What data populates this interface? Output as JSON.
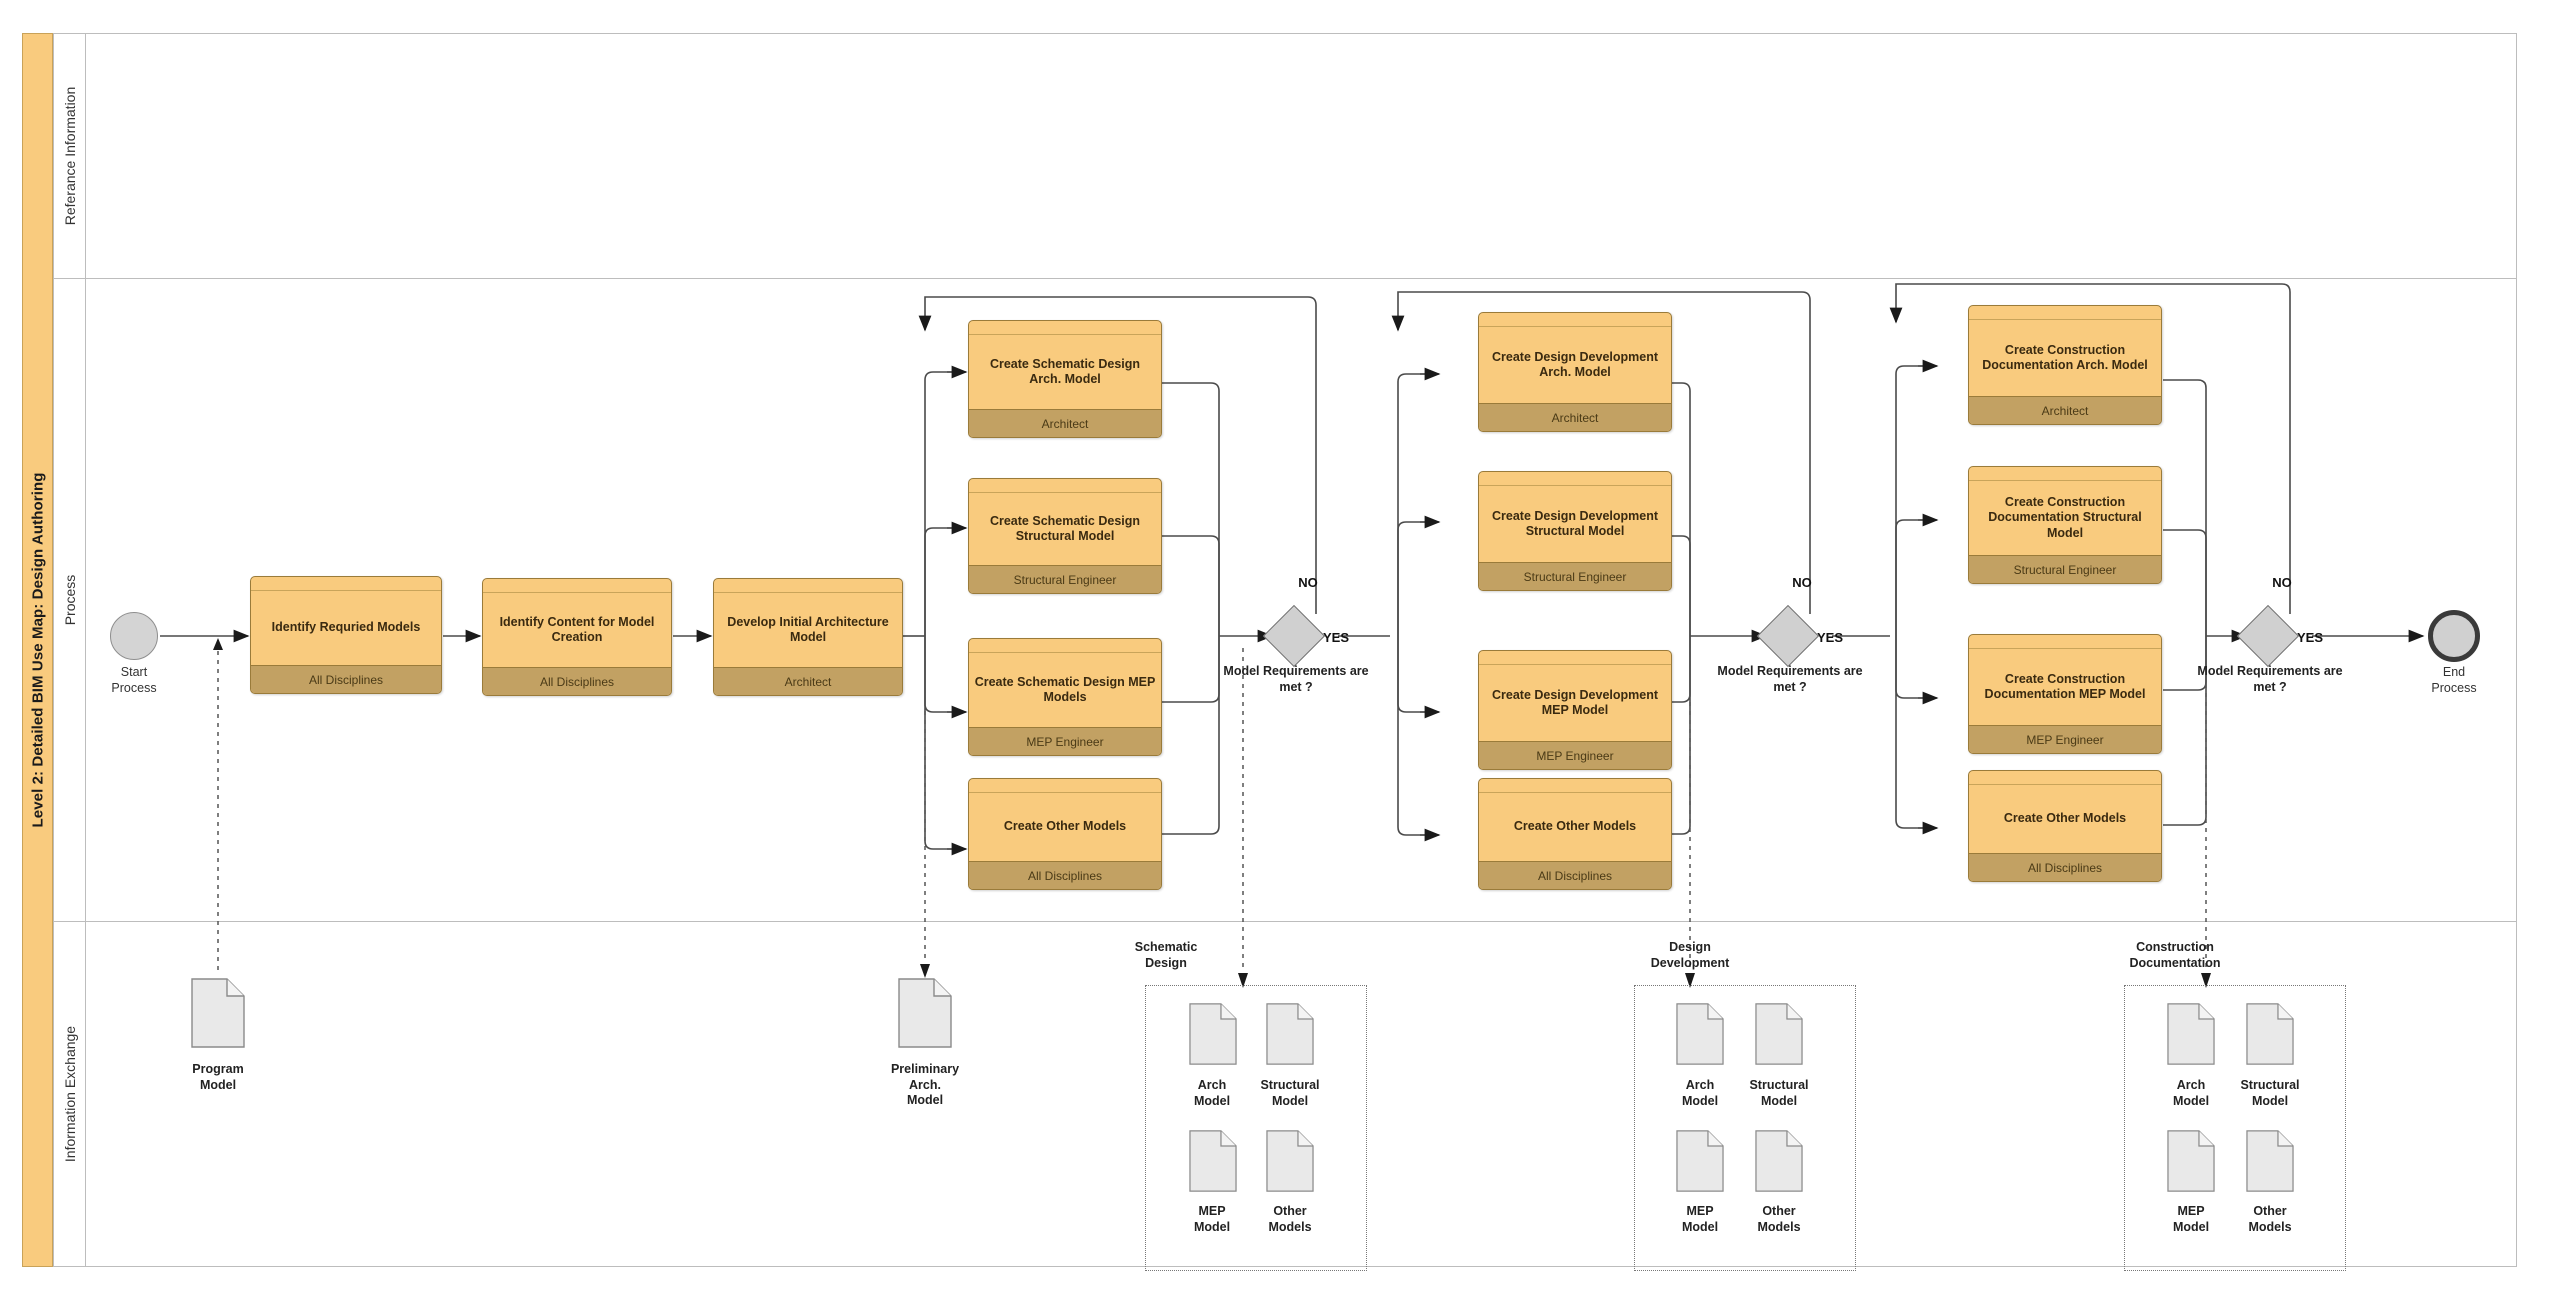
{
  "pool": {
    "title": "Level 2: Detailed BIM Use Map: Design Authoring",
    "lanes": [
      {
        "id": "reference",
        "label": "Referance Information"
      },
      {
        "id": "process",
        "label": "Process"
      },
      {
        "id": "exchange",
        "label": "Information Exchange"
      }
    ]
  },
  "events": {
    "start": {
      "label": "Start\nProcess",
      "line1": "Start",
      "line2": "Process",
      "type": "start-event"
    },
    "end": {
      "label": "End\nProcess",
      "line1": "End",
      "line2": "Process",
      "type": "end-event"
    }
  },
  "tasks": {
    "identify_required": {
      "title": "Identify  Requried Models",
      "role": "All Disciplines"
    },
    "identify_content": {
      "title": "Identify Content for Model Creation",
      "role": "All Disciplines"
    },
    "develop_initial": {
      "title": "Develop Initial Architecture Model",
      "role": "Architect"
    },
    "sd_arch": {
      "title": "Create Schematic Design Arch. Model",
      "role": "Architect"
    },
    "sd_struct": {
      "title": "Create Schematic Design Structural Model",
      "role": "Structural Engineer"
    },
    "sd_mep": {
      "title": "Create Schematic Design MEP Models",
      "role": "MEP Engineer"
    },
    "sd_other": {
      "title": "Create Other Models",
      "role": "All Disciplines"
    },
    "dd_arch": {
      "title": "Create Design Development Arch. Model",
      "role": "Architect"
    },
    "dd_struct": {
      "title": "Create Design Development Structural Model",
      "role": "Structural Engineer"
    },
    "dd_mep": {
      "title": "Create Design Development MEP Model",
      "role": "MEP Engineer"
    },
    "dd_other": {
      "title": "Create Other Models",
      "role": "All Disciplines"
    },
    "cd_arch": {
      "title": "Create Construction Documentation Arch. Model",
      "role": "Architect"
    },
    "cd_struct": {
      "title": "Create Construction Documentation Structural Model",
      "role": "Structural Engineer"
    },
    "cd_mep": {
      "title": "Create Construction Documentation MEP Model",
      "role": "MEP Engineer"
    },
    "cd_other": {
      "title": "Create Other Models",
      "role": "All Disciplines"
    }
  },
  "gateways": {
    "g1": {
      "question": "Model Requirements are met ?",
      "no": "NO",
      "yes": "YES"
    },
    "g2": {
      "question": "Model Requirements are met ?",
      "no": "NO",
      "yes": "YES"
    },
    "g3": {
      "question": "Model Requirements are met ?",
      "no": "NO",
      "yes": "YES"
    }
  },
  "exchange": {
    "program_model": {
      "label": "Program Model",
      "line1": "Program",
      "line2": "Model"
    },
    "preliminary_model": {
      "label": "Preliminary Arch. Model",
      "line1": "Preliminary",
      "line2": "Arch.",
      "line3": "Model"
    },
    "groups": [
      {
        "id": "schematic-design",
        "title_line1": "Schematic",
        "title_line2": "Design",
        "docs": [
          {
            "line1": "Arch",
            "line2": "Model"
          },
          {
            "line1": "Structural",
            "line2": "Model"
          },
          {
            "line1": "MEP",
            "line2": "Model"
          },
          {
            "line1": "Other",
            "line2": "Models"
          }
        ]
      },
      {
        "id": "design-development",
        "title_line1": "Design",
        "title_line2": "Development",
        "docs": [
          {
            "line1": "Arch",
            "line2": "Model"
          },
          {
            "line1": "Structural",
            "line2": "Model"
          },
          {
            "line1": "MEP",
            "line2": "Model"
          },
          {
            "line1": "Other",
            "line2": "Models"
          }
        ]
      },
      {
        "id": "construction-documentation",
        "title_line1": "Construction",
        "title_line2": "Documentation",
        "docs": [
          {
            "line1": "Arch",
            "line2": "Model"
          },
          {
            "line1": "Structural",
            "line2": "Model"
          },
          {
            "line1": "MEP",
            "line2": "Model"
          },
          {
            "line1": "Other",
            "line2": "Models"
          }
        ]
      }
    ]
  },
  "colors": {
    "pool_header": "#F9CB7E",
    "task_fill": "#F9CB7E",
    "task_role_fill": "#C2A163",
    "task_border": "#9A7B3A",
    "event_fill": "#D4D4D4",
    "gateway_fill": "#D0D0D0",
    "doc_fill": "#E9E9E9",
    "connector": "#4a4a4a"
  }
}
